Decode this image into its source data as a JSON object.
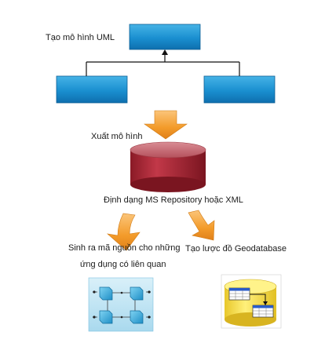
{
  "labels": {
    "create_uml": "Tạo mô hình UML",
    "export_model": "Xuất mô hình",
    "format": "Định dạng MS Repository hoặc XML",
    "generate_code_line1": "Sinh ra mã nguồn cho những",
    "generate_code_line2": "ứng dụng có liên quan",
    "create_schema": "Tạo lược đồ Geodatabase"
  },
  "icons": {
    "uml_box": "uml-class-box",
    "database": "database-cylinder",
    "arrow": "block-arrow",
    "code_components": "component-diagram-icon",
    "geodatabase": "geodatabase-schema-icon"
  },
  "colors": {
    "uml_box_fill": "#1a8fd0",
    "arrow_fill": "#f39b2a",
    "db_fill": "#a52532",
    "db_top": "#c76a73",
    "code_bg": "#bfe4f3",
    "geo_fill": "#f5e04a"
  }
}
